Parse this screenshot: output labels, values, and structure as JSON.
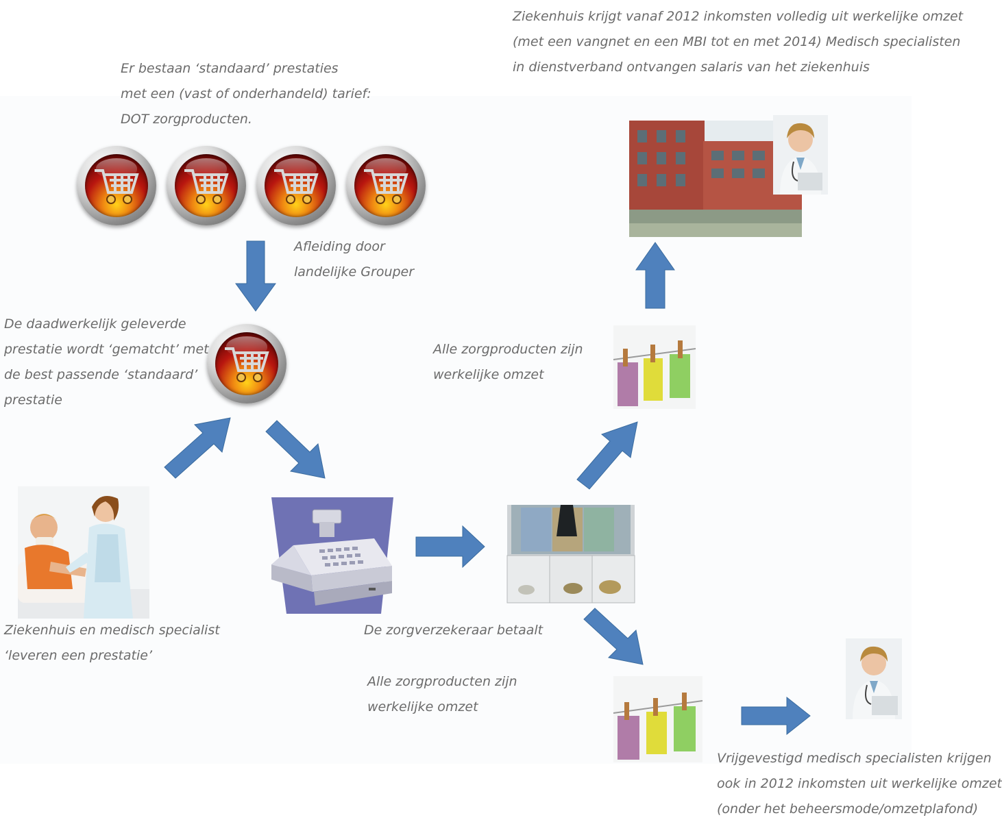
{
  "texts": {
    "standaard": [
      "Er bestaan ‘standaard’ prestaties",
      "met een (vast of onderhandeld) tarief:",
      "DOT zorgproducten."
    ],
    "ziekenhuis_omzet": [
      "Ziekenhuis krijgt vanaf 2012 inkomsten volledig uit werkelijke omzet",
      "(met een vangnet  en een MBI tot en met 2014) Medisch specialisten",
      "in dienstverband ontvangen salaris van het ziekenhuis"
    ],
    "afleiding": [
      "Afleiding door",
      "landelijke Grouper"
    ],
    "gematcht": [
      "De daadwerkelijk geleverde",
      "prestatie wordt ‘gematcht’ met",
      "de best passende ‘standaard’",
      "prestatie"
    ],
    "omzet_upper": [
      "Alle zorgproducten zijn",
      "werkelijke omzet"
    ],
    "leveren": [
      "Ziekenhuis en medisch specialist",
      "‘leveren een prestatie’"
    ],
    "betaalt": [
      "De zorgverzekeraar betaalt"
    ],
    "omzet_lower": [
      "Alle zorgproducten zijn",
      "werkelijke omzet"
    ],
    "vrijgevestigd": [
      "Vrijgevestigd medisch specialisten krijgen",
      "ook in 2012 inkomsten uit werkelijke omzet",
      "(onder  het beheersmode/omzetplafond)"
    ]
  },
  "colors": {
    "arrow_fill": "#4f81bd",
    "arrow_stroke": "#3a6b9e",
    "text": "#6b6b6b",
    "register": "#6f72b4"
  },
  "icons": [
    "shopping-cart-icon",
    "cash-register-icon",
    "money-drawer-icon",
    "hospital-building-icon",
    "doctor-icon",
    "banknotes-clothesline-icon",
    "nurse-patient-icon"
  ]
}
